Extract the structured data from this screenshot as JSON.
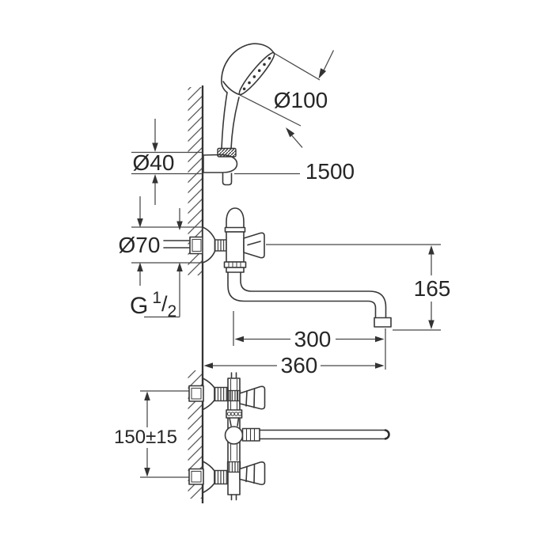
{
  "drawing": {
    "title": "Wall-mounted bath mixer with hand shower - dimensional drawing",
    "colors": {
      "line": "#383838",
      "dimension_line": "#474747",
      "text": "#262626",
      "background": "#ffffff"
    },
    "dimensions": {
      "shower_head_diameter": "Ø100",
      "holder_diameter": "Ø40",
      "hose_length": "1500",
      "escutcheon_diameter": "Ø70",
      "thread_prefix": "G",
      "thread_numerator": "1",
      "thread_slash": "/",
      "thread_denominator": "2",
      "spout_height": "165",
      "spout_reach": "300",
      "wall_to_spout_end": "360",
      "union_center_distance": "150±15"
    }
  }
}
